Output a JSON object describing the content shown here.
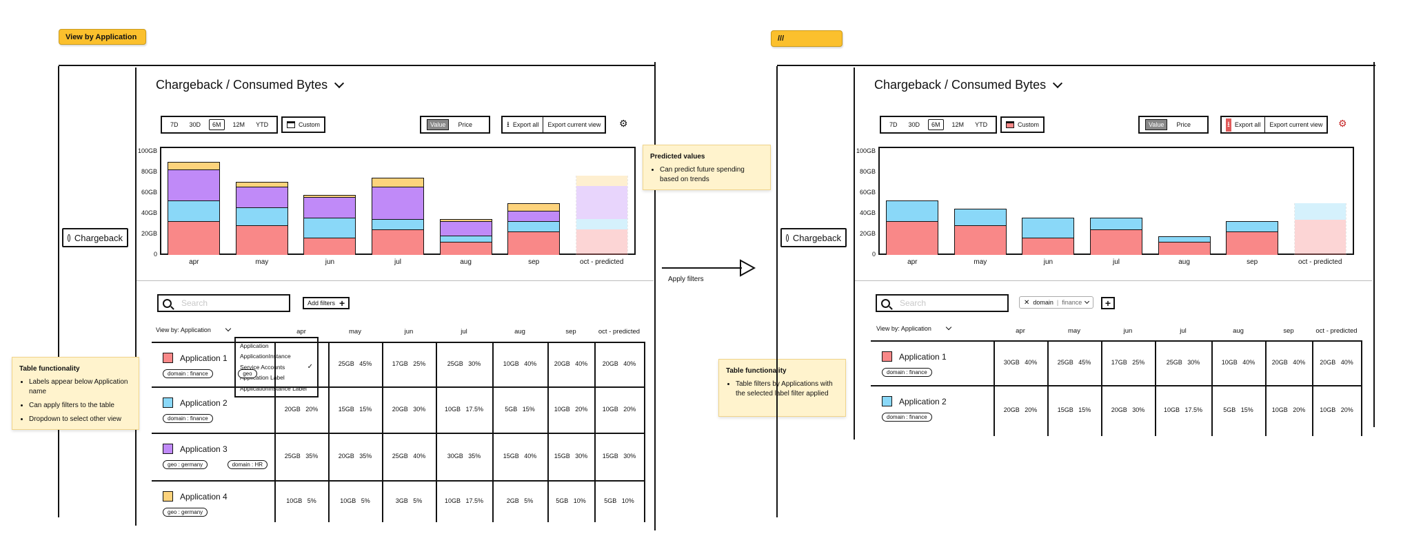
{
  "labels": {
    "left_tag": "View by Application",
    "right_tag": "///"
  },
  "colors": {
    "red": "#f98888",
    "blue": "#8ad8f8",
    "purple": "#c08af8",
    "yellow": "#fdd37c"
  },
  "left": {
    "nav_item": "Chargeback",
    "title": "Chargeback / Consumed Bytes",
    "ranges": [
      "7D",
      "30D",
      "6M",
      "12M",
      "YTD"
    ],
    "custom": "Custom",
    "value_toggle": [
      "Value",
      "Price"
    ],
    "export_all": "Export all",
    "export_current": "Export current view",
    "search_placeholder": "Search",
    "add_filters": "Add filters",
    "view_by": "View by: Application",
    "dropdown": [
      "Application",
      "ApplicationInstance",
      "Service Accounts",
      "Application Label",
      "ApplicationInstance Label"
    ],
    "columns": [
      "apr",
      "may",
      "jun",
      "jul",
      "aug",
      "sep",
      "oct - predicted"
    ],
    "rows": [
      {
        "name": "Application 1",
        "color": "red",
        "pills": [
          "domain : finance",
          "geo"
        ],
        "cells": [
          "",
          "25GB   45%",
          "17GB   25%",
          "25GB   30%",
          "10GB   40%",
          "20GB   40%",
          "20GB   40%"
        ]
      },
      {
        "name": "Application 2",
        "color": "blue",
        "pills": [
          "domain : finance"
        ],
        "cells": [
          "20GB   20%",
          "15GB   15%",
          "20GB   30%",
          "10GB   17.5%",
          "5GB   15%",
          "10GB   20%",
          "10GB   20%"
        ]
      },
      {
        "name": "Application 3",
        "color": "purple",
        "pills": [
          "geo : germany",
          "domain : HR"
        ],
        "cells": [
          "25GB   35%",
          "20GB   35%",
          "25GB   40%",
          "30GB   35%",
          "15GB   40%",
          "15GB   30%",
          "15GB   30%"
        ]
      },
      {
        "name": "Application 4",
        "color": "yellow",
        "pills": [
          "geo : germany"
        ],
        "cells": [
          "10GB   5%",
          "10GB   5%",
          "3GB   5%",
          "10GB   17.5%",
          "2GB   5%",
          "5GB   10%",
          "5GB   10%"
        ]
      }
    ]
  },
  "right": {
    "nav_item": "Chargeback",
    "title": "Chargeback / Consumed Bytes",
    "ranges": [
      "7D",
      "30D",
      "6M",
      "12M",
      "YTD"
    ],
    "custom": "Custom",
    "value_toggle": [
      "Value",
      "Price"
    ],
    "export_all": "Export all",
    "export_current": "Export current view",
    "search_placeholder": "Search",
    "filter_chip": {
      "key": "domain",
      "value": "finance"
    },
    "view_by": "View by: Application",
    "columns": [
      "apr",
      "may",
      "jun",
      "jul",
      "aug",
      "sep",
      "oct - predicted"
    ],
    "rows": [
      {
        "name": "Application 1",
        "color": "red",
        "pills": [
          "domain : finance"
        ],
        "cells": [
          "30GB   40%",
          "25GB   45%",
          "17GB   25%",
          "25GB   30%",
          "10GB   40%",
          "20GB   40%",
          "20GB   40%"
        ]
      },
      {
        "name": "Application 2",
        "color": "blue",
        "pills": [
          "domain : finance"
        ],
        "cells": [
          "20GB   20%",
          "15GB   15%",
          "20GB   30%",
          "10GB   17.5%",
          "5GB   15%",
          "10GB   20%",
          "10GB   20%"
        ]
      }
    ]
  },
  "arrow_label": "Apply filters",
  "notes": {
    "predicted": {
      "title": "Predicted values",
      "items": [
        "Can predict future spending based on trends"
      ]
    },
    "table_left": {
      "title": "Table functionality",
      "items": [
        "Labels appear below Application name",
        "Can apply filters to the table",
        "Dropdown to select other view"
      ]
    },
    "table_right": {
      "title": "Table functionality",
      "items": [
        "Table filters by Applications with the selected label filter applied"
      ]
    }
  },
  "chart_data": [
    {
      "type": "bar",
      "title": "",
      "categories": [
        "apr",
        "may",
        "jun",
        "jul",
        "aug",
        "sep",
        "oct - predicted"
      ],
      "ylim": [
        0,
        100
      ],
      "yticks": [
        "0",
        "20GB",
        "40GB",
        "60GB",
        "80GB",
        "100GB"
      ],
      "stacked": true,
      "series": [
        {
          "color": "red",
          "values": [
            33,
            29,
            17,
            25,
            13,
            23,
            25
          ]
        },
        {
          "color": "blue",
          "values": [
            20,
            17,
            19,
            10,
            6,
            10,
            10
          ]
        },
        {
          "color": "purple",
          "values": [
            30,
            20,
            20,
            31,
            14,
            10,
            32
          ]
        },
        {
          "color": "yellow",
          "values": [
            7,
            5,
            2,
            9,
            2,
            7,
            10
          ]
        }
      ],
      "predicted_last": true
    },
    {
      "type": "bar",
      "title": "",
      "categories": [
        "apr",
        "may",
        "jun",
        "jul",
        "aug",
        "sep",
        "oct - predicted"
      ],
      "ylim": [
        0,
        100
      ],
      "yticks": [
        "0",
        "20GB",
        "40GB",
        "60GB",
        "80GB",
        "100GB"
      ],
      "stacked": true,
      "series": [
        {
          "color": "red",
          "values": [
            33,
            29,
            17,
            25,
            13,
            23,
            34
          ]
        },
        {
          "color": "blue",
          "values": [
            20,
            16,
            19,
            11,
            5,
            10,
            16
          ]
        }
      ],
      "predicted_last": true
    }
  ]
}
